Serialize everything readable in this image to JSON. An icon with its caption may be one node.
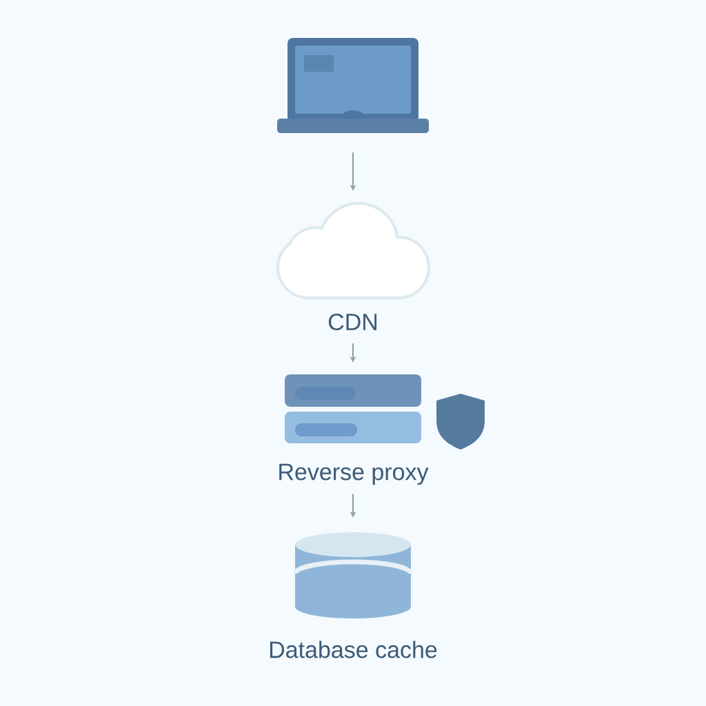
{
  "diagram": {
    "nodes": [
      {
        "text": [],
        "shape": "laptop"
      },
      {
        "text": [
          "CDN"
        ]
      },
      {
        "text": [
          "Reverse proxy"
        ]
      },
      {
        "text": [
          "Database cache"
        ]
      }
    ],
    "edges": [
      {
        "from": 0,
        "to": 1,
        "arrow": "to"
      },
      {
        "from": 1,
        "to": 2,
        "arrow": "to"
      },
      {
        "from": 2,
        "to": 3,
        "arrow": "to"
      }
    ]
  }
}
